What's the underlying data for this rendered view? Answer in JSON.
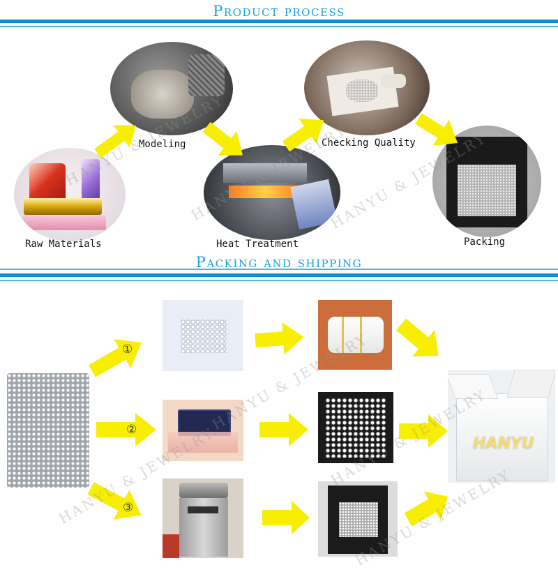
{
  "section1": {
    "title": "Product process"
  },
  "section2": {
    "title": "Packing and shipping"
  },
  "steps": {
    "raw": "Raw Materials",
    "modeling": "Modeling",
    "heat": "Heat Treatment",
    "checking": "Checking Quality",
    "packing": "Packing"
  },
  "numbers": {
    "one": "①",
    "two": "②",
    "three": "③"
  },
  "watermark": "HANYU & JEWELRY",
  "logo": "HANYU",
  "colors": {
    "band": "#0b8fd6",
    "title": "#1aa0e0",
    "arrow": "#f7ee00"
  }
}
